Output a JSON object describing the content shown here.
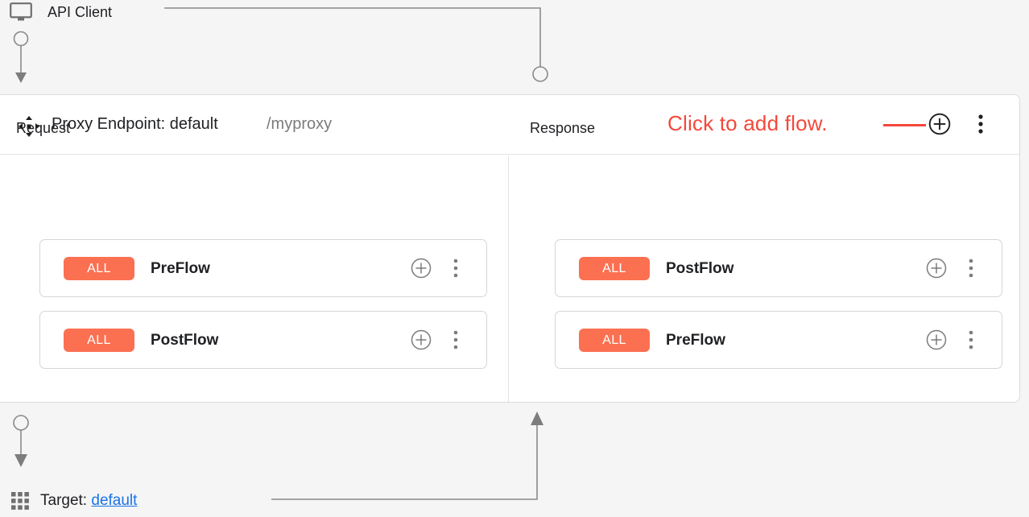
{
  "canvas": {
    "background": "#f5f5f5",
    "panel_background": "#ffffff"
  },
  "client": {
    "label": "API Client",
    "icon": "monitor-icon"
  },
  "endpoint": {
    "icon": "move-handle-icon",
    "title": "Proxy Endpoint: default",
    "path": "/myproxy",
    "add_icon": "plus-circle-icon",
    "menu_icon": "more-vert-icon"
  },
  "annotation": {
    "text": "Click to add flow.",
    "color": "#f4483b"
  },
  "columns": [
    {
      "key": "request",
      "title": "Request",
      "direction": "down",
      "flows": [
        {
          "badge": "ALL",
          "badge_color": "#fb7051",
          "name": "PreFlow",
          "add_icon": "plus-circle-icon",
          "menu_icon": "more-vert-icon"
        },
        {
          "badge": "ALL",
          "badge_color": "#fb7051",
          "name": "PostFlow",
          "add_icon": "plus-circle-icon",
          "menu_icon": "more-vert-icon"
        }
      ]
    },
    {
      "key": "response",
      "title": "Response",
      "direction": "up",
      "flows": [
        {
          "badge": "ALL",
          "badge_color": "#fb7051",
          "name": "PostFlow",
          "add_icon": "plus-circle-icon",
          "menu_icon": "more-vert-icon"
        },
        {
          "badge": "ALL",
          "badge_color": "#fb7051",
          "name": "PreFlow",
          "add_icon": "plus-circle-icon",
          "menu_icon": "more-vert-icon"
        }
      ]
    }
  ],
  "target": {
    "icon": "apps-grid-icon",
    "label": "Target:",
    "link_text": "default",
    "link_color": "#1a73e8"
  }
}
